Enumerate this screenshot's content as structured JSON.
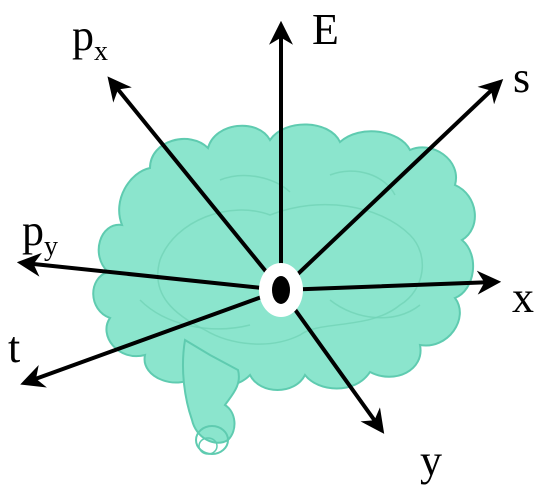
{
  "colors": {
    "cloud_fill": "#5fdcba",
    "cloud_stroke": "#22b892",
    "cloud_inner": "#4ccfaa",
    "arrow": "#000000",
    "center_ring_outer": "#ffffff",
    "center_dot": "#000000"
  },
  "labels": {
    "px": {
      "base": "p",
      "sub": "x"
    },
    "E": {
      "text": "E"
    },
    "s": {
      "text": "s"
    },
    "py": {
      "base": "p",
      "sub": "y"
    },
    "x": {
      "text": "x"
    },
    "t": {
      "text": "t"
    },
    "y": {
      "text": "y"
    }
  }
}
